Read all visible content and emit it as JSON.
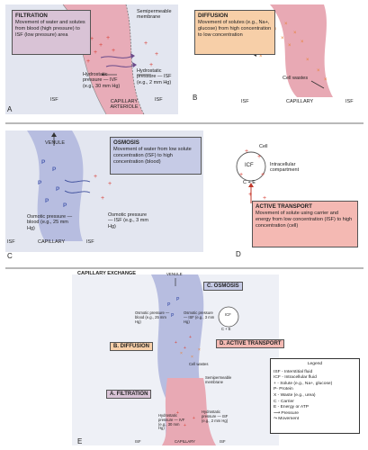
{
  "panel_a": {
    "letter": "A",
    "title": "FILTRATION",
    "text": "Movement of water and solutes from blood (high pressure) to ISF (low pressure) area",
    "membrane_label": "Semipermeable membrane",
    "hydro_ivf": "Hydrostatic pressure — IVF (e.g., 30 mm Hg)",
    "hydro_isf": "Hydrostatic pressure — ISF (e.g., 2 mm Hg)",
    "isf_left": "ISF",
    "isf_right": "ISF",
    "vessel": "CAPILLARY ARTERIOLE"
  },
  "panel_b": {
    "letter": "B",
    "title": "DIFFUSION",
    "text": "Movement of solutes (e.g., Na+, glucose) from high concentration to low concentration",
    "cell_wastes": "Cell wastes",
    "isf_left": "ISF",
    "capillary": "CAPILLARY",
    "isf_right": "ISF"
  },
  "panel_c": {
    "letter": "C",
    "title": "OSMOSIS",
    "text": "Movement of water from low solute concentration (ISF) to high concentration (blood)",
    "venule": "VENULE",
    "osm_blood": "Osmotic pressure — blood (e.g., 25 mm Hg)",
    "osm_isf": "Osmotic pressure — ISF (e.g., 3 mm Hg)",
    "isf_left": "ISF",
    "capillary": "CAPILLARY",
    "isf_right": "ISF"
  },
  "panel_d": {
    "letter": "D",
    "cell": "Cell",
    "icf": "ICF",
    "intracellular": "Intracellular compartment",
    "ce": "C + E",
    "title": "ACTIVE TRANSPORT",
    "text": "Movement of solute using carrier and energy from low concentration (ISF) to high concentration (cell)"
  },
  "panel_e": {
    "letter": "E",
    "heading": "CAPILLARY EXCHANGE",
    "venule": "VENULE",
    "osmosis": "C. OSMOSIS",
    "diffusion": "B. DIFFUSION",
    "active": "D. ACTIVE TRANSPORT",
    "filtration": "A. FILTRATION",
    "osm_blood": "Osmotic pressure — blood (e.g., 25 mm Hg)",
    "osm_isf": "Osmotic pressure — ISF (e.g., 3 mm Hg)",
    "cell_wastes": "Cell wastes",
    "membrane": "Semipermeable membrane",
    "hydro_ivf": "Hydrostatic pressure — IVF (e.g., 30 mm Hg)",
    "hydro_isf": "Hydrostatic pressure — ISF (e.g., 2 mm Hg)",
    "icf": "ICF",
    "ce": "C + E",
    "isf_left": "ISF",
    "capillary": "CAPILLARY",
    "isf_right": "ISF"
  },
  "legend": {
    "title": "Legend",
    "items": [
      "ISF - Interstitial fluid",
      "ICF - Intracellular fluid",
      "+ - Solute (e.g., Na+, glucose)",
      "P- Protein",
      "X - Waste (e.g., urea)",
      "C - Carrier",
      "E - Energy or ATP",
      "Pressure",
      "Movement"
    ]
  },
  "colors": {
    "isf_bg": "#dfe3ef",
    "capillary_pink": "#e8a9b4",
    "venule_blue": "#b7bde0",
    "filtration_box": "#d9c3d6",
    "diffusion_box": "#f7cfa8",
    "osmosis_box": "#c6cbe6",
    "active_box": "#f4b9b3",
    "plus_red": "#d9453b",
    "x_orange": "#e8823a",
    "p_blue": "#4d5fb0"
  }
}
